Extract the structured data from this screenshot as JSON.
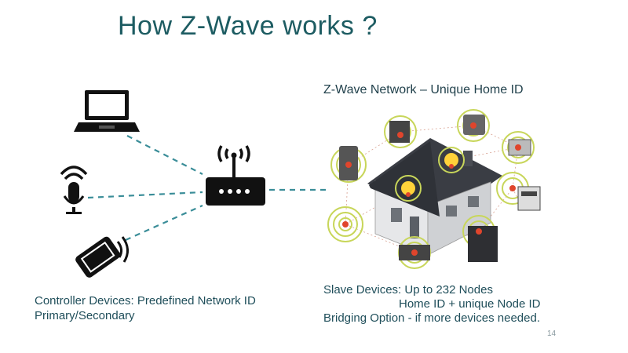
{
  "slide": {
    "title": "How Z-Wave works ?",
    "page_number": "14"
  },
  "network": {
    "title": "Z-Wave Network –  Unique Home ID"
  },
  "controller": {
    "line1": "Controller Devices: Predefined Network ID",
    "line2": "Primary/Secondary"
  },
  "slave": {
    "line1": "Slave Devices: Up to 232 Nodes",
    "line2": "Home ID + unique Node ID",
    "line3": "Bridging Option - if more devices needed."
  },
  "colors": {
    "title": "#1d5c62",
    "dashed_link": "#3a8d98",
    "ring": "#c8d65a",
    "node_dot": "#e0452c"
  }
}
